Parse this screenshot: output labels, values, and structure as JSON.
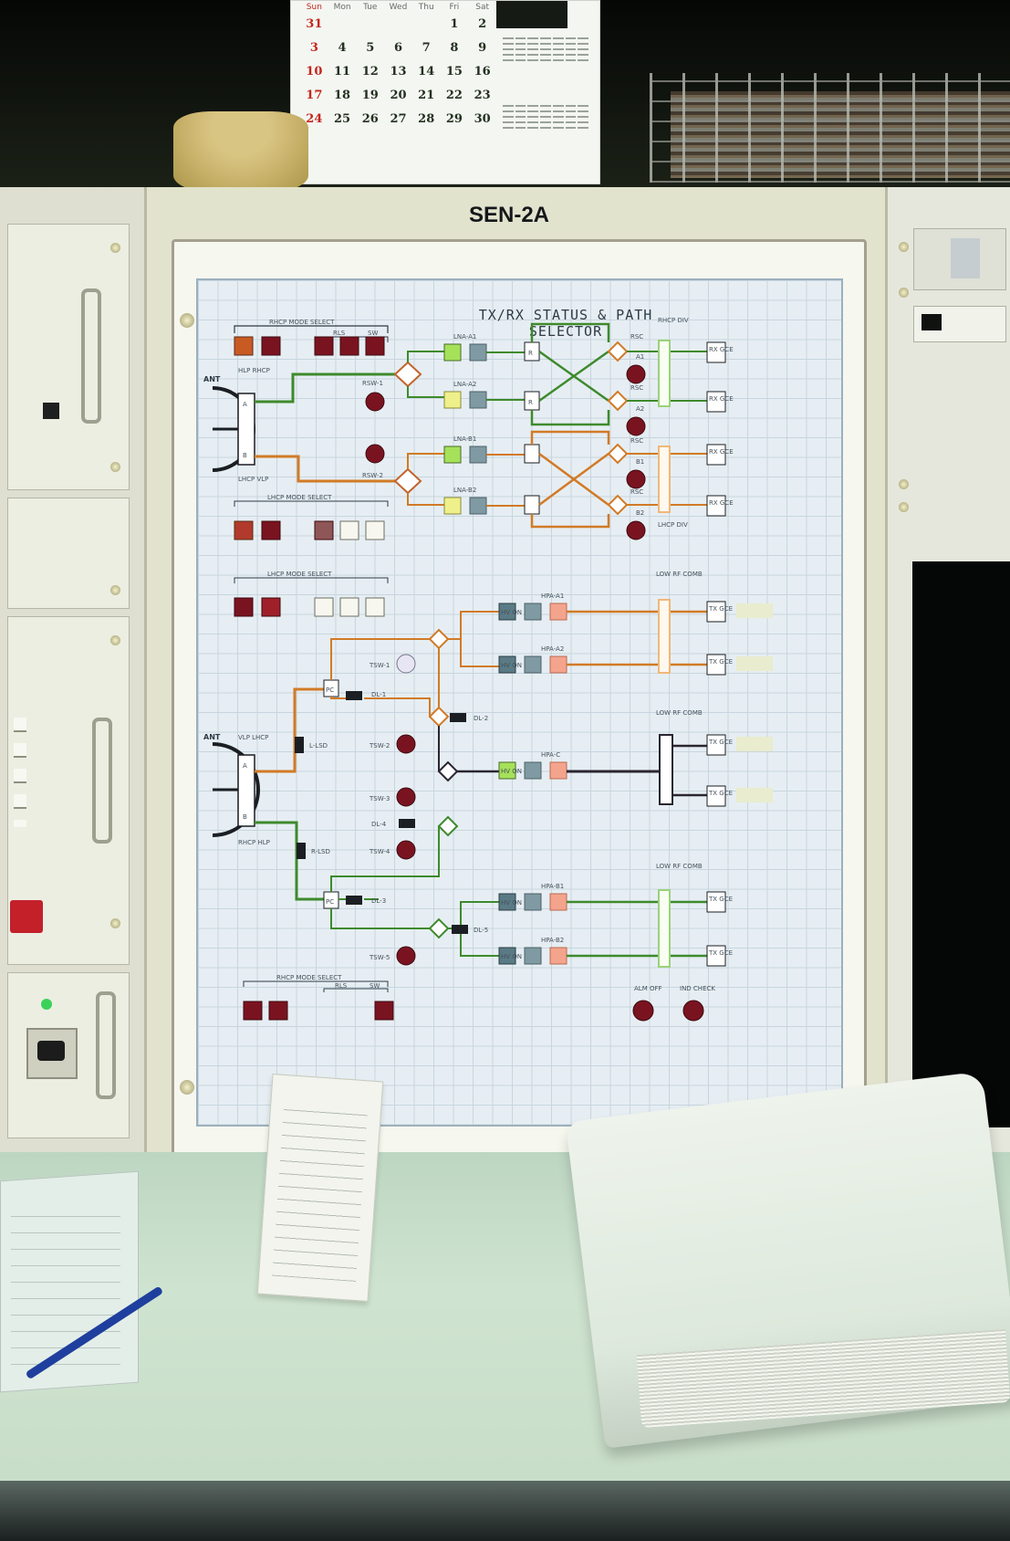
{
  "calendar": {
    "weekdays": [
      "Sun",
      "Mon",
      "Tue",
      "Wed",
      "Thu",
      "Fri",
      "Sat"
    ],
    "rows": [
      [
        "31",
        "",
        "",
        "",
        "",
        "1",
        "2"
      ],
      [
        "3",
        "4",
        "5",
        "6",
        "7",
        "8",
        "9"
      ],
      [
        "10",
        "11",
        "12",
        "13",
        "14",
        "15",
        "16"
      ],
      [
        "17",
        "18",
        "19",
        "20",
        "21",
        "22",
        "23"
      ],
      [
        "24",
        "25",
        "26",
        "27",
        "28",
        "29",
        "30"
      ]
    ]
  },
  "console": {
    "label": "SEN-2A"
  },
  "mimic": {
    "title": "TX/RX STATUS & PATH SELECTOR",
    "rx": {
      "rhcp_mode_select": "RHCP   MODE   SELECT",
      "lhcp_mode_select": "LHCP   MODE   SELECT",
      "rls": "RLS",
      "sw": "SW",
      "ant": "ANT",
      "port_a": "A",
      "port_b": "B",
      "hlp_rhcp": "HLP RHCP",
      "lhcp_vlp": "LHCP VLP",
      "rsw1": "RSW-1",
      "rsw2": "RSW-2",
      "lna": [
        "LNA-A1",
        "LNA-A2",
        "LNA-B1",
        "LNA-B2"
      ],
      "r": "R",
      "rsc": [
        "RSC",
        "A1",
        "RSC",
        "A2",
        "RSC",
        "B1",
        "RSC",
        "B2"
      ],
      "rhcp_div": "RHCP DIV",
      "lhcp_div": "LHCP DIV",
      "rx_gce": "RX GCE"
    },
    "tx": {
      "lhcp_mode_select": "LHCP   MODE   SELECT",
      "rhcp_mode_select": "RHCP   MODE   SELECT",
      "rls": "RLS",
      "sw": "SW",
      "ant": "ANT",
      "vlp_lhcp": "VLP LHCP",
      "rhcp_hlp": "RHCP HLP",
      "port_a": "A",
      "port_b": "B",
      "tsw": [
        "TSW-1",
        "TSW-2",
        "TSW-3",
        "TSW-4",
        "TSW-5"
      ],
      "dl": [
        "DL-1",
        "DL-2",
        "DL-3",
        "DL-4",
        "DL-5"
      ],
      "pc": "PC",
      "l_lsd": "L-LSD",
      "r_lsd": "R-LSD",
      "hpa": [
        "HPA-A1",
        "HPA-A2",
        "HPA-C",
        "HPA-B1",
        "HPA-B2"
      ],
      "hv_on": [
        "HV ON",
        "HV ON",
        "HV ON",
        "HV ON",
        "HV ON"
      ],
      "low_rf_comb": "LOW RF COMB",
      "tx_gce": "TX GCE",
      "alm_off": "ALM OFF",
      "ind_check": "IND CHECK"
    },
    "colors": {
      "rhcp_path": "#3e8a2c",
      "lhcp_path": "#d27a26",
      "common_path": "#2a2530",
      "grid": "#c8d5de",
      "indicator_red": "#7a1320",
      "indicator_lime": "#a6e15a",
      "indicator_yellow": "#eef08a",
      "indicator_salmon": "#f4a48c",
      "indicator_grey": "#7f9aa2"
    }
  }
}
